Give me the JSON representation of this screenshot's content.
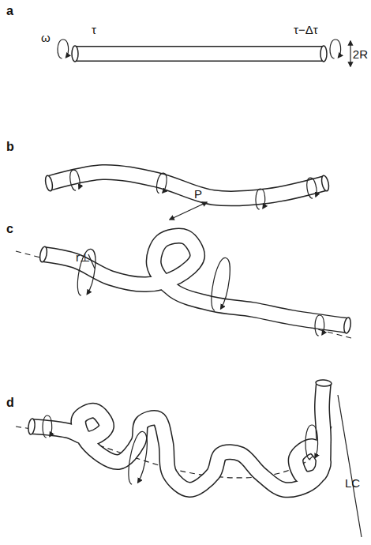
{
  "diagram": {
    "labels": [
      "a",
      "ω",
      "τ",
      "τ−Δτ",
      "2R",
      "b",
      "c",
      "P",
      "r⊥",
      "d",
      "LC"
    ]
  }
}
